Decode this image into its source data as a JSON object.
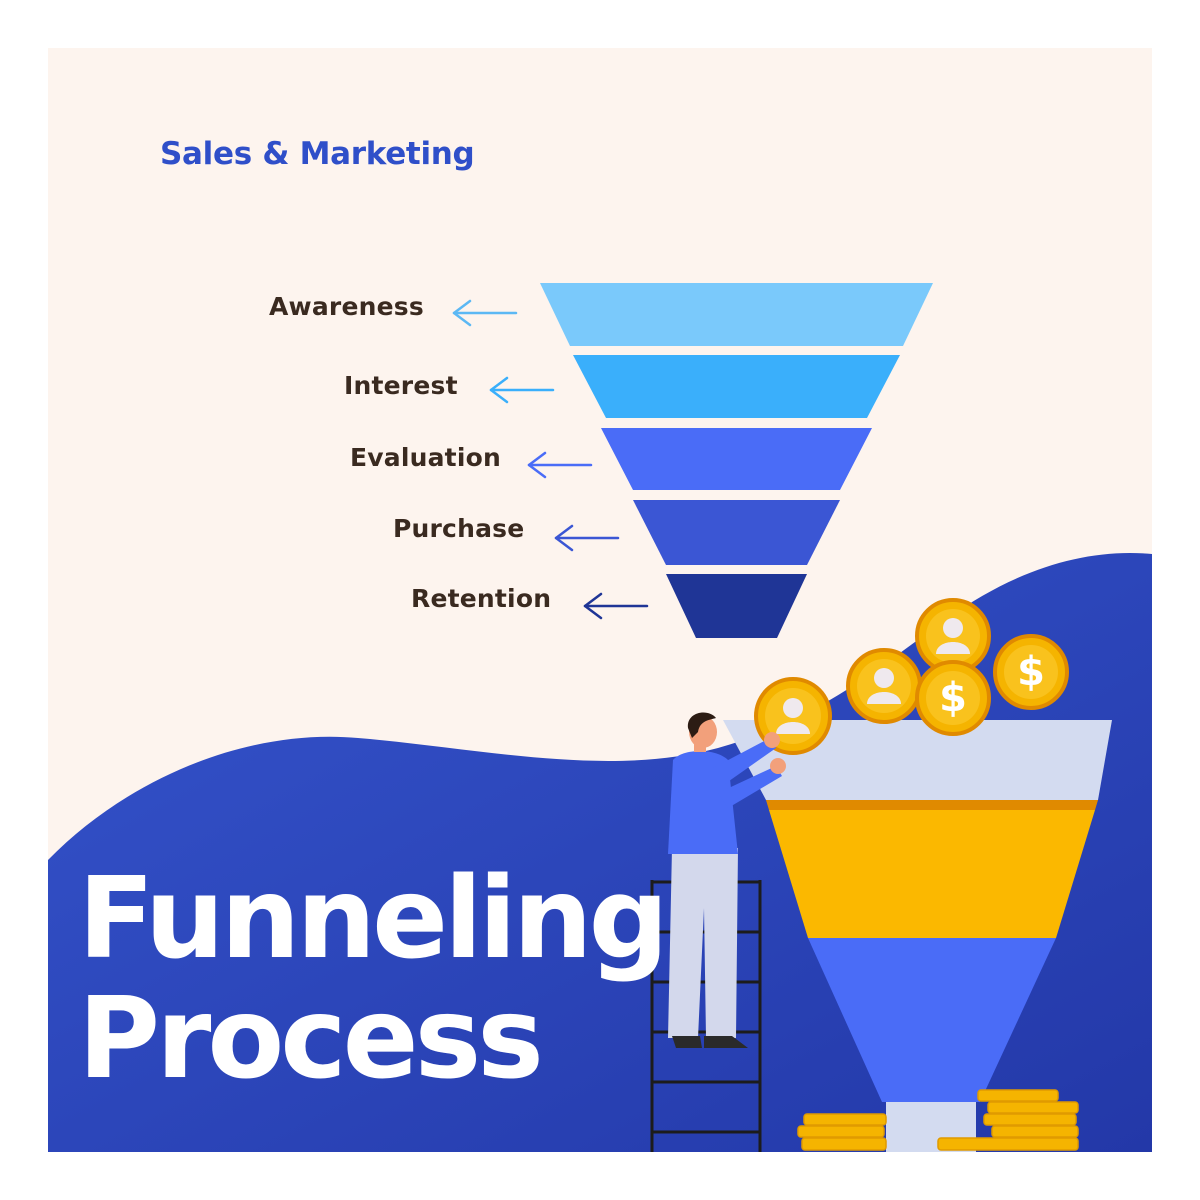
{
  "subtitle": "Sales & Marketing",
  "headline": {
    "line1": "Funneling",
    "line2": "Process"
  },
  "funnel_stages": [
    {
      "label": "Awareness",
      "color": "#7ac9fb",
      "arrow_color": "#5cb8f4"
    },
    {
      "label": "Interest",
      "color": "#3aaffb",
      "arrow_color": "#3aaffb"
    },
    {
      "label": "Evaluation",
      "color": "#4a6cf7",
      "arrow_color": "#4a6cf7"
    },
    {
      "label": "Purchase",
      "color": "#3b56d4",
      "arrow_color": "#3b56d4"
    },
    {
      "label": "Retention",
      "color": "#1f3596",
      "arrow_color": "#1f3596"
    }
  ],
  "colors": {
    "background": "#fdf4ee",
    "wave": "#2b45b5",
    "accent_text": "#2f4fc9",
    "coin": "#f5b400",
    "funnel_top": "#d3dbf0",
    "funnel_mid": "#fbb800",
    "funnel_bottom": "#4a6cf7"
  },
  "icons": {
    "coin_person": "person-coin-icon",
    "coin_dollar": "dollar-coin-icon",
    "arrow": "arrow-left-icon"
  }
}
